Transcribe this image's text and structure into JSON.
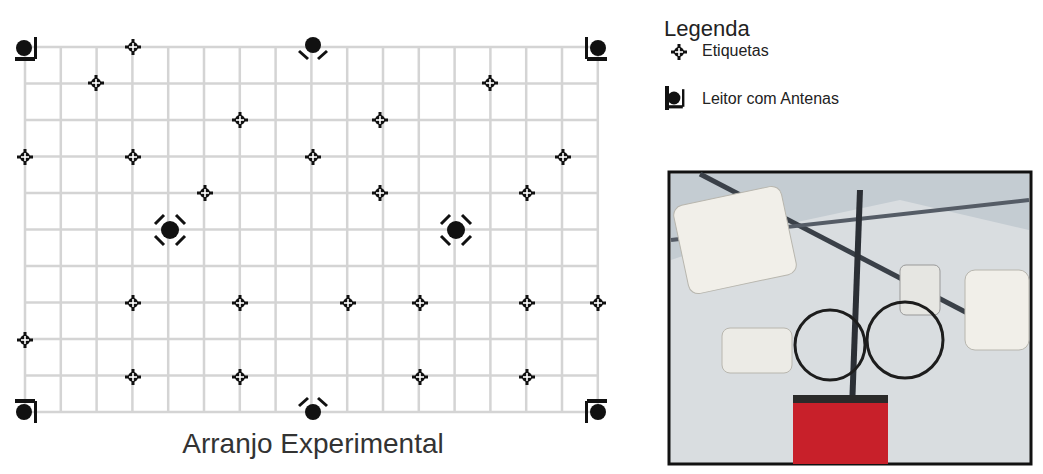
{
  "diagram": {
    "caption": "Arranjo Experimental",
    "labels": [
      "Legenda"
    ],
    "legend": [
      {
        "text": "Etiquetas"
      },
      {
        "text": "Leitor com Antenas"
      }
    ]
  }
}
